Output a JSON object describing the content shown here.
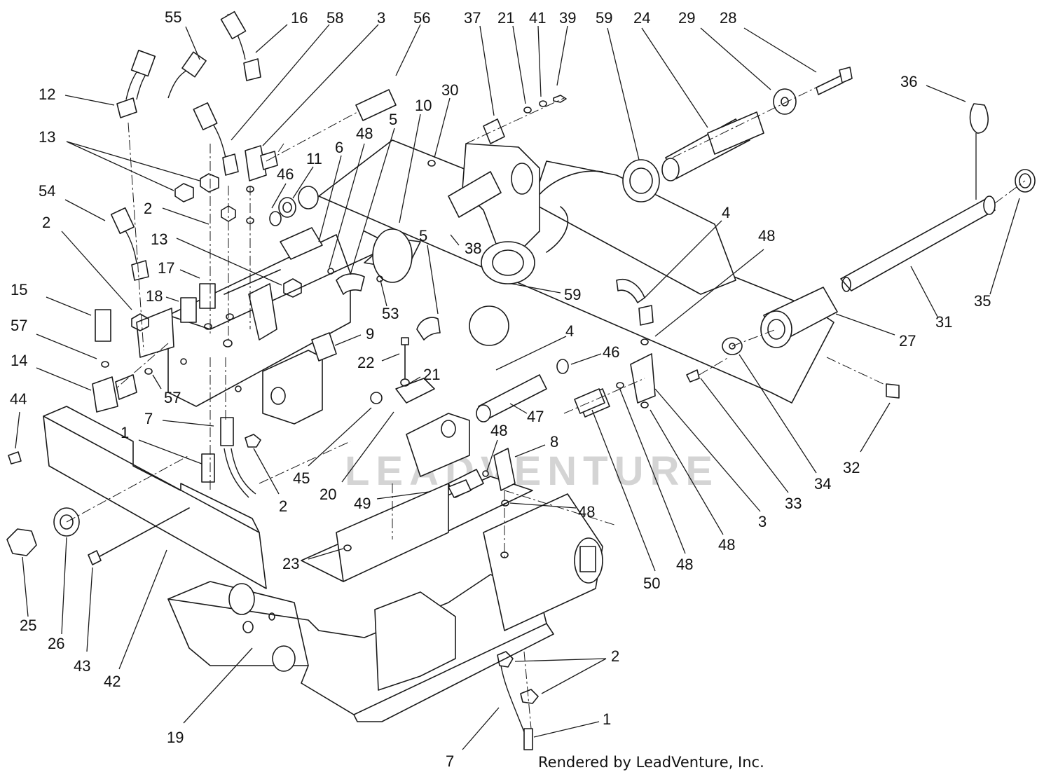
{
  "watermark": "LEADVENTURE",
  "credit": "Rendered by LeadVenture, Inc.",
  "callouts": [
    "55",
    "16",
    "58",
    "3",
    "56",
    "37",
    "21",
    "41",
    "39",
    "59",
    "24",
    "29",
    "28",
    "12",
    "13",
    "54",
    "2",
    "2",
    "13",
    "15",
    "57",
    "14",
    "44",
    "36",
    "30",
    "10",
    "48",
    "5",
    "6",
    "11",
    "46",
    "5",
    "38",
    "17",
    "18",
    "9",
    "22",
    "21",
    "53",
    "59",
    "4",
    "48",
    "35",
    "31",
    "27",
    "4",
    "46",
    "47",
    "8",
    "48",
    "49",
    "48",
    "20",
    "45",
    "7",
    "1",
    "57",
    "2",
    "2",
    "1",
    "7",
    "23",
    "25",
    "26",
    "43",
    "42",
    "19",
    "50",
    "48",
    "48",
    "3",
    "33",
    "34",
    "32"
  ]
}
